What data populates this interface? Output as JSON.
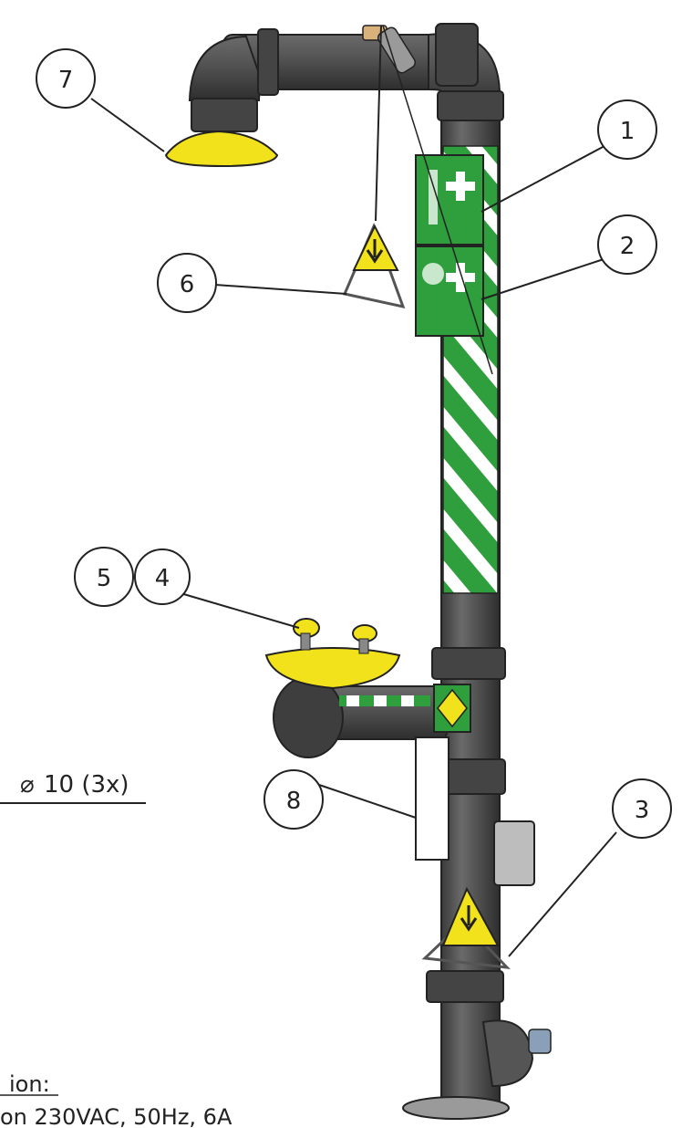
{
  "callouts": [
    {
      "id": "1",
      "label": "1"
    },
    {
      "id": "2",
      "label": "2"
    },
    {
      "id": "3",
      "label": "3"
    },
    {
      "id": "4",
      "label": "4"
    },
    {
      "id": "5",
      "label": "5"
    },
    {
      "id": "6",
      "label": "6"
    },
    {
      "id": "7",
      "label": "7"
    },
    {
      "id": "8",
      "label": "8"
    }
  ],
  "dimension": {
    "symbol": "⌀",
    "text": "10 (3x)"
  },
  "note": {
    "heading": "ion:",
    "line": "on 230VAC, 50Hz, 6A"
  },
  "colors": {
    "pipe": "#5a5a5a",
    "pipe_dark": "#3a3a3a",
    "safety_green": "#2f9e3c",
    "yellow": "#f2e21b",
    "line": "#222222"
  }
}
